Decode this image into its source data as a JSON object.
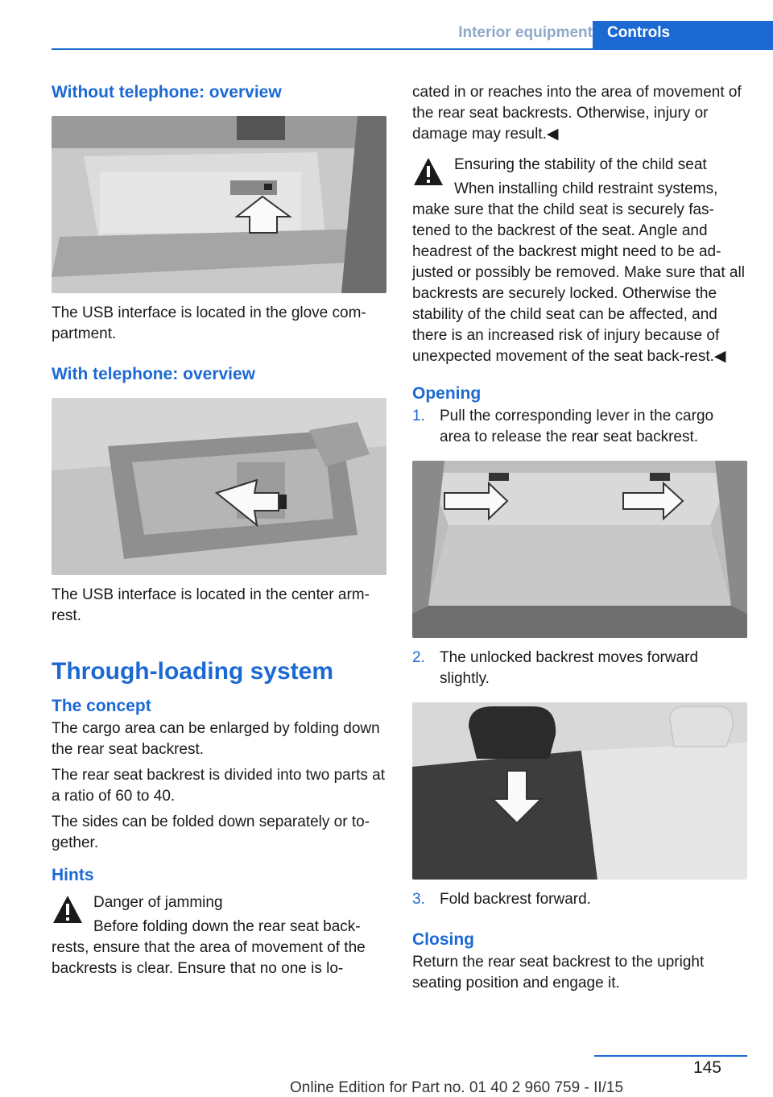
{
  "header": {
    "section": "Interior equipment",
    "chapter": "Controls"
  },
  "left": {
    "h_without": "Without telephone: overview",
    "p_glove": "The USB interface is located in the glove com-partment.",
    "h_with": "With telephone: overview",
    "p_center": "The USB interface is located in the center arm-rest.",
    "h_through": "Through-loading system",
    "h_concept": "The concept",
    "p_concept1": "The cargo area can be enlarged by folding down the rear seat backrest.",
    "p_concept2": "The rear seat backrest is divided into two parts at a ratio of 60 to 40.",
    "p_concept3": "The sides can be folded down separately or to-gether.",
    "h_hints": "Hints",
    "warn1_title": "Danger of jamming",
    "warn1_text": "Before folding down the rear seat back-rests, ensure that the area of movement of the backrests is clear. Ensure that no one is lo-"
  },
  "right": {
    "p_cont": "cated in or reaches into the area of movement of the rear seat backrests. Otherwise, injury or damage may result.◀",
    "warn2_title": "Ensuring the stability of the child seat",
    "warn2_text": "When installing child restraint systems, make sure that the child seat is securely fas-tened to the backrest of the seat. Angle and headrest of the backrest might need to be ad-justed or possibly be removed. Make sure that all backrests are securely locked. Otherwise the stability of the child seat can be affected, and there is an increased risk of injury because of unexpected movement of the seat back-rest.◀",
    "h_opening": "Opening",
    "step1_num": "1.",
    "step1": "Pull the corresponding lever in the cargo area to release the rear seat backrest.",
    "step2_num": "2.",
    "step2": "The unlocked backrest moves forward slightly.",
    "step3_num": "3.",
    "step3": "Fold backrest forward.",
    "h_closing": "Closing",
    "p_closing": "Return the rear seat backrest to the upright seating position and engage it."
  },
  "footer": {
    "page": "145",
    "edition": "Online Edition for Part no. 01 40 2 960 759 - II/15"
  },
  "colors": {
    "accent": "#1c69d4",
    "header_muted": "#8fa9c8"
  },
  "icons": {
    "warning": "warning-triangle-icon",
    "arrow": "arrow-icon"
  }
}
